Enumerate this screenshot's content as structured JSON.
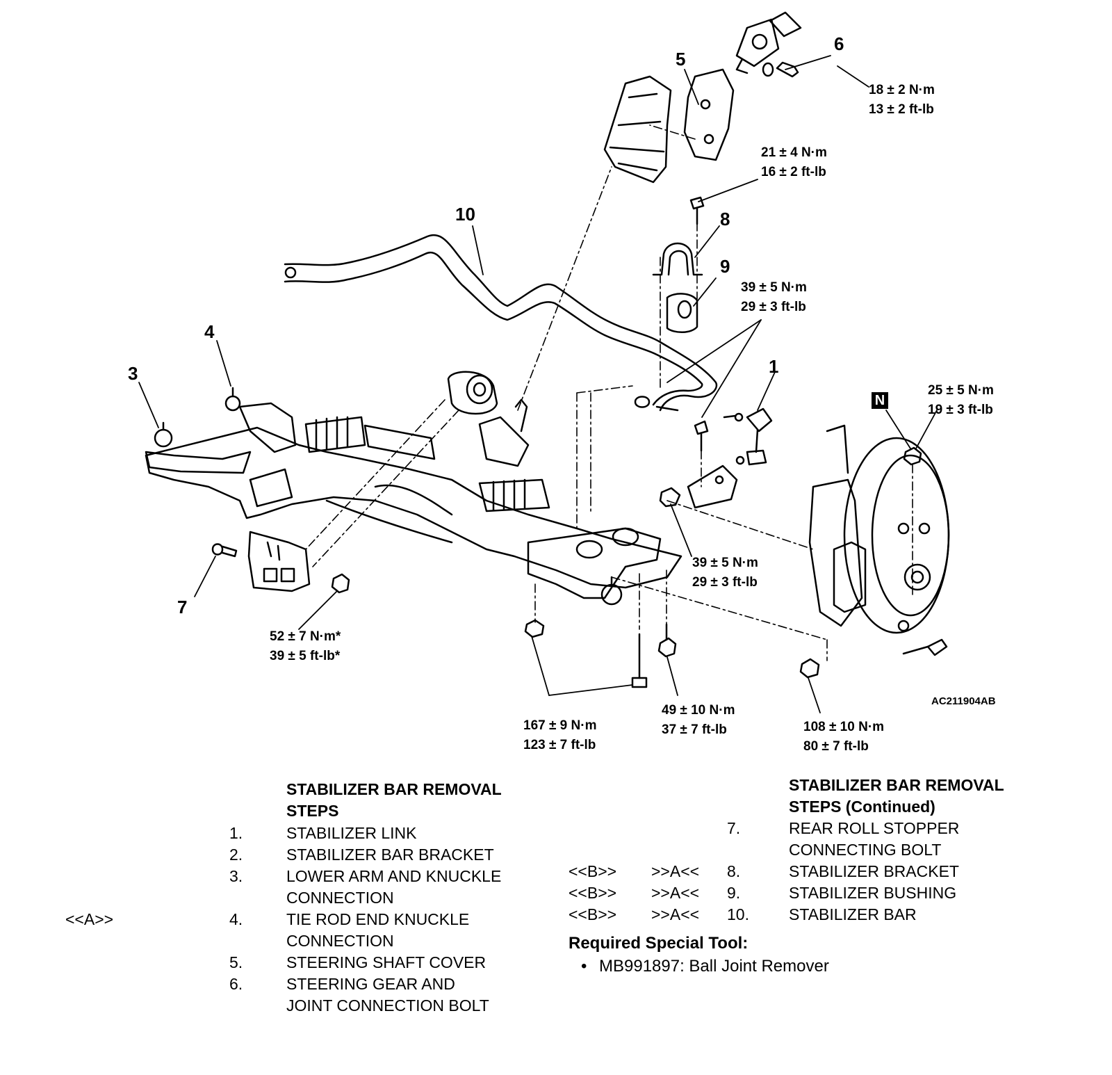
{
  "callouts": {
    "c1": "1",
    "c3": "3",
    "c4": "4",
    "c5": "5",
    "c6": "6",
    "c7": "7",
    "c8": "8",
    "c9": "9",
    "c10": "10"
  },
  "torques": {
    "t_6": {
      "nm": "18 ± 2 N·m",
      "ft": "13 ± 2 ft-lb"
    },
    "t_8": {
      "nm": "21 ± 4 N·m",
      "ft": "16 ± 2 ft-lb"
    },
    "t_link_top": {
      "nm": "39 ± 5 N·m",
      "ft": "29 ± 3 ft-lb"
    },
    "t_nut": {
      "nm": "25 ± 5 N·m",
      "ft": "19 ± 3 ft-lb"
    },
    "t_link_bottom": {
      "nm": "39 ± 5 N·m",
      "ft": "29 ± 3 ft-lb"
    },
    "t_7": {
      "nm": "52 ± 7 N·m*",
      "ft": "39 ± 5 ft-lb*"
    },
    "t_crossmember": {
      "nm": "167 ± 9 N·m",
      "ft": "123 ± 7 ft-lb"
    },
    "t_lower_arm": {
      "nm": "49 ± 10 N·m",
      "ft": "37 ± 7 ft-lb"
    },
    "t_knuckle": {
      "nm": "108 ± 10 N·m",
      "ft": "80 ± 7 ft-lb"
    }
  },
  "n_marker": "N",
  "figure_code": "AC211904AB",
  "steps_left": {
    "heading_line1": "STABILIZER BAR REMOVAL",
    "heading_line2": "STEPS",
    "items": [
      {
        "num": "1.",
        "line1": "STABILIZER LINK",
        "line2": "",
        "mark": ""
      },
      {
        "num": "2.",
        "line1": "STABILIZER BAR BRACKET",
        "line2": "",
        "mark": ""
      },
      {
        "num": "3.",
        "line1": "LOWER ARM AND KNUCKLE",
        "line2": "CONNECTION",
        "mark": ""
      },
      {
        "num": "4.",
        "line1": "TIE ROD END KNUCKLE",
        "line2": "CONNECTION",
        "mark": "<<A>>"
      },
      {
        "num": "5.",
        "line1": "STEERING SHAFT COVER",
        "line2": "",
        "mark": ""
      },
      {
        "num": "6.",
        "line1": "STEERING GEAR AND",
        "line2": "JOINT CONNECTION BOLT",
        "mark": ""
      }
    ]
  },
  "steps_right": {
    "heading_line1": "STABILIZER BAR REMOVAL",
    "heading_line2": "STEPS (Continued)",
    "items": [
      {
        "num": "7.",
        "line1": "REAR ROLL STOPPER",
        "line2": "CONNECTING BOLT",
        "mark_b": "",
        "mark_a": ""
      },
      {
        "num": "8.",
        "line1": "STABILIZER BRACKET",
        "line2": "",
        "mark_b": "<<B>>",
        "mark_a": ">>A<<"
      },
      {
        "num": "9.",
        "line1": "STABILIZER BUSHING",
        "line2": "",
        "mark_b": "<<B>>",
        "mark_a": ">>A<<"
      },
      {
        "num": "10.",
        "line1": "STABILIZER BAR",
        "line2": "",
        "mark_b": "<<B>>",
        "mark_a": ">>A<<"
      }
    ]
  },
  "special_tool": {
    "heading": "Required Special Tool:",
    "bullet": "•",
    "item": "MB991897: Ball Joint Remover"
  }
}
